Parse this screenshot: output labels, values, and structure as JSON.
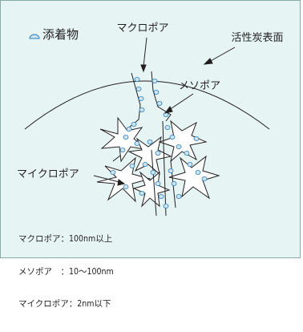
{
  "figure": {
    "adsorbate_legend": "添着物",
    "labels": {
      "macropore": "マクロポア",
      "mesopore": "メソポア",
      "micropore": "マイクロポア",
      "carbon_surface": "活性炭表面"
    },
    "size_table": [
      {
        "name": "マクロポア",
        "sep": "：",
        "range": "100nm以上"
      },
      {
        "name": "メソポア　",
        "sep": "：",
        "range": "10～100nm"
      },
      {
        "name": "マイクロポア",
        "sep": "：",
        "range": "2nm以下"
      }
    ],
    "colors": {
      "background": "#e6f5f3",
      "border": "#8aa9a6",
      "adsorbate_fill": "#cde3f0",
      "adsorbate_stroke": "#2a7fba",
      "line": "#231f20"
    }
  }
}
